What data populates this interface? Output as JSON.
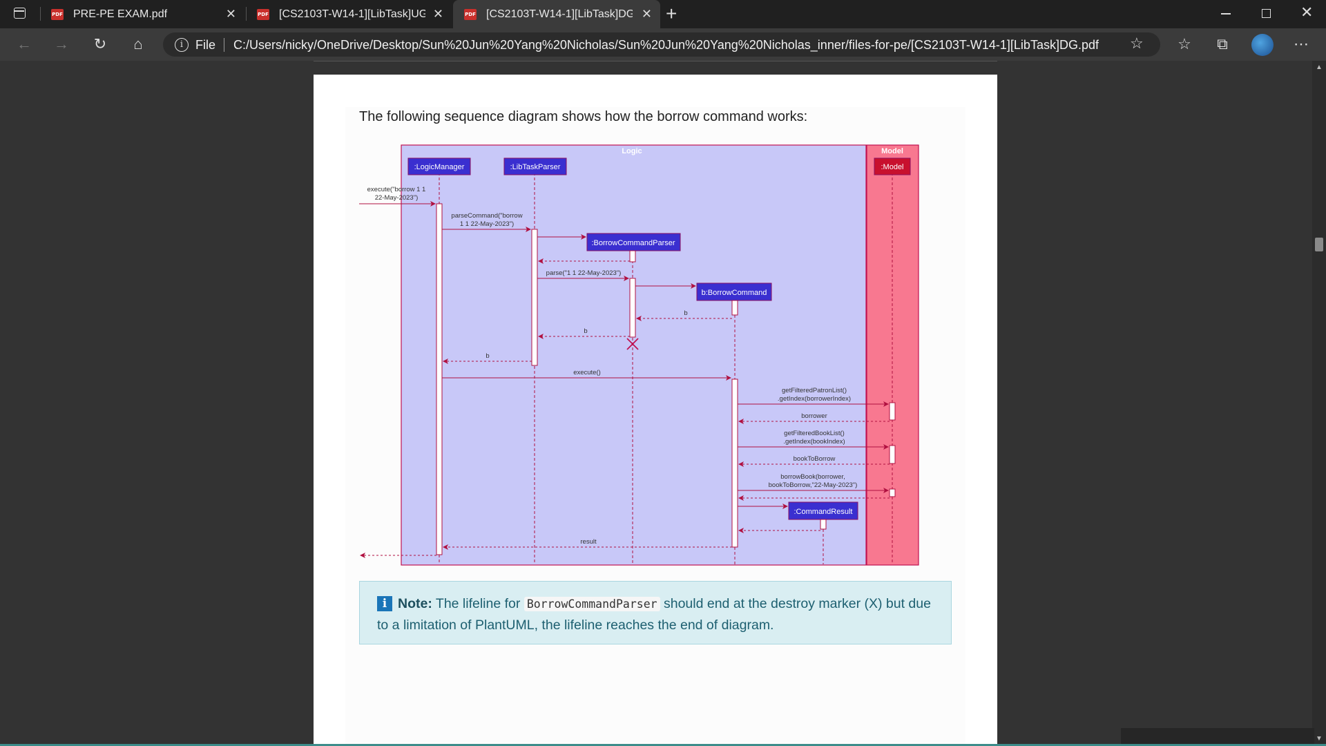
{
  "tabs": [
    {
      "label": "PRE-PE EXAM.pdf",
      "icon": "pdf-icon"
    },
    {
      "label": "[CS2103T-W14-1][LibTask]UG.pdf",
      "icon": "pdf-icon"
    },
    {
      "label": "[CS2103T-W14-1][LibTask]DG.pdf",
      "icon": "pdf-icon",
      "active": true
    }
  ],
  "address": {
    "scheme_label": "File",
    "url": "C:/Users/nicky/OneDrive/Desktop/Sun%20Jun%20Yang%20Nicholas/Sun%20Jun%20Yang%20Nicholas_inner/files-for-pe/[CS2103T-W14-1][LibTask]DG.pdf"
  },
  "document": {
    "intro": "The following sequence diagram shows how the borrow command works:",
    "note_label": "Note:",
    "note_text_before": "The lifeline for",
    "note_code": "BorrowCommandParser",
    "note_text_after": "should end at the destroy marker (X) but due to a limitation of PlantUML, the lifeline reaches the end of diagram."
  },
  "diagram": {
    "groups": {
      "logic": "Logic",
      "model": "Model"
    },
    "participants": {
      "logic_manager": ":LogicManager",
      "parser": ":LibTaskParser",
      "borrow_parser": ":BorrowCommandParser",
      "borrow_command": "b:BorrowCommand",
      "command_result": ":CommandResult",
      "model": ":Model"
    },
    "messages": {
      "execute_l1": "execute(\"borrow 1 1",
      "execute_l2": "22-May-2023\")",
      "parse_cmd_l1": "parseCommand(\"borrow",
      "parse_cmd_l2": "1 1 22-May-2023\")",
      "parse": "parse(\"1 1 22-May-2023\")",
      "return_b1": "b",
      "return_b2": "b",
      "return_b3": "b",
      "execute_call": "execute()",
      "get_patron_l1": "getFilteredPatronList()",
      "get_patron_l2": ".getIndex(borrowerIndex)",
      "borrower": "borrower",
      "get_book_l1": "getFilteredBookList()",
      "get_book_l2": ".getIndex(bookIndex)",
      "book_to_borrow": "bookToBorrow",
      "borrow_book_l1": "borrowBook(borrower,",
      "borrow_book_l2": "bookToBorrow,\"22-May-2023\")",
      "result": "result"
    },
    "colors": {
      "logic_bg": "#c8c8f8",
      "model_bg": "#f87890",
      "participant": "#3a2fd0",
      "model_participant": "#c8102e",
      "arrow": "#b01040"
    }
  }
}
